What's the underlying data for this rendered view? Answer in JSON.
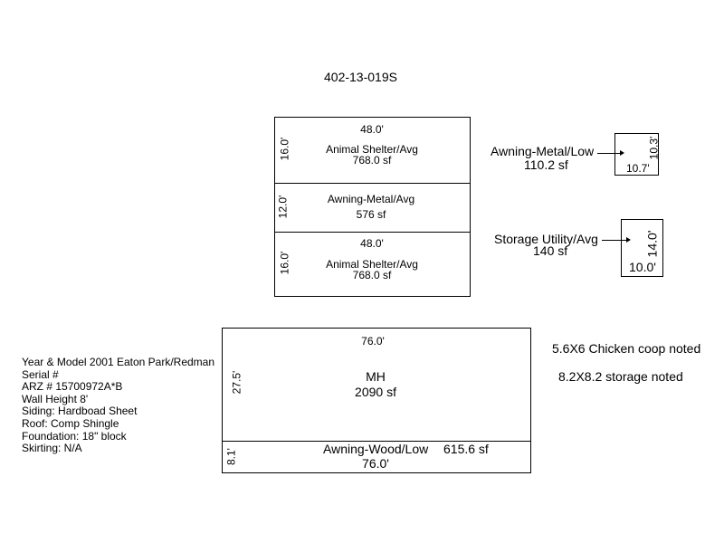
{
  "parcel_id": "402-13-019S",
  "upper_structures": {
    "animal_shelter_top": {
      "width_dim": "48.0'",
      "depth_dim": "16.0'",
      "label": "Animal Shelter/Avg",
      "area": "768.0 sf"
    },
    "awning_middle": {
      "depth_dim": "12.0'",
      "label": "Awning-Metal/Avg",
      "area": "576 sf"
    },
    "animal_shelter_bottom": {
      "width_dim": "48.0'",
      "depth_dim": "16.0'",
      "label": "Animal Shelter/Avg",
      "area": "768.0 sf"
    }
  },
  "awning_low": {
    "label": "Awning-Metal/Low",
    "area": "110.2 sf",
    "width_dim": "10.7'",
    "depth_dim": "10.3'"
  },
  "storage_utility": {
    "label": "Storage Utility/Avg",
    "area": "140 sf",
    "width_dim": "10.0'",
    "depth_dim": "14.0'"
  },
  "mh": {
    "width_dim": "76.0'",
    "depth_dim": "27.5'",
    "label": "MH",
    "area": "2090 sf"
  },
  "awning_wood": {
    "label": "Awning-Wood/Low",
    "area": "615.6 sf",
    "width_dim": "76.0'",
    "depth_dim": "8.1'"
  },
  "notes": {
    "chicken_coop": "5.6X6 Chicken coop noted",
    "storage": "8.2X8.2 storage noted"
  },
  "details": [
    "Year & Model 2001 Eaton Park/Redman",
    "Serial #",
    "ARZ # 15700972A*B",
    "Wall Height 8'",
    "Siding: Hardboad Sheet",
    "Roof: Comp Shingle",
    "Foundation: 18\" block",
    "Skirting: N/A"
  ]
}
